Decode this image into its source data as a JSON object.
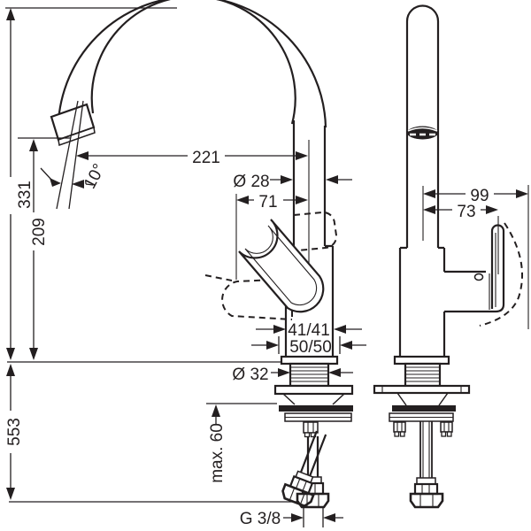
{
  "colors": {
    "line": "#231f20",
    "background": "#ffffff"
  },
  "dimensions": {
    "total_height": "331",
    "spout_height": "209",
    "under_counter_depth": "553",
    "spout_reach": "221",
    "spout_angle": "10°",
    "spout_pipe_diameter": "Ø 28",
    "handle_front_offset": "71",
    "body_width": "41/41",
    "base_width": "50/50",
    "shank_diameter": "Ø 32",
    "max_counter_thickness": "max. 60",
    "hose_thread": "G 3/8",
    "handle_swing_reach": "99",
    "handle_reach": "73"
  }
}
